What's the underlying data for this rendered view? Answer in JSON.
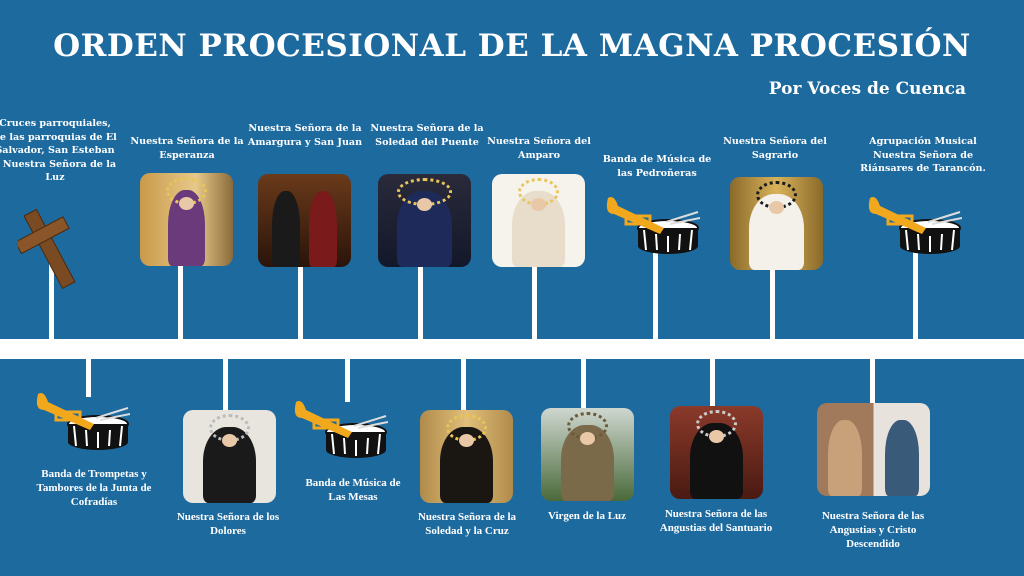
{
  "title": "ORDEN PROCESIONAL DE  LA MAGNA PROCESIÓN",
  "subtitle": "Por Voces de Cuenca",
  "colors": {
    "background": "#1d6a9f",
    "timeline": "#ffffff",
    "trumpet": "#f2a81d",
    "drum": "#111111"
  },
  "top_items": [
    {
      "label": "Cruces parroquiales, de las parroquias de El Salvador, San Esteban y Nuestra Señora de la Luz",
      "icon": "cross-icon"
    },
    {
      "label": "Nuestra Señora de la Esperanza",
      "icon": "image"
    },
    {
      "label": "Nuestra Señora de la Amargura y San Juan",
      "icon": "image"
    },
    {
      "label": "Nuestra Señora de la Soledad del Puente",
      "icon": "image"
    },
    {
      "label": "Nuestra Señora del Amparo",
      "icon": "image"
    },
    {
      "label": "Banda de Música de las Pedroñeras",
      "icon": "trumpet-drum-icon"
    },
    {
      "label": "Nuestra Señora del Sagrario",
      "icon": "image"
    },
    {
      "label": "Agrupación Musical Nuestra Señora de Riánsares de Tarancón.",
      "icon": "trumpet-drum-icon"
    }
  ],
  "bottom_items": [
    {
      "label": "Banda de Trompetas y Tambores de la Junta de Cofradías",
      "icon": "trumpet-drum-icon"
    },
    {
      "label": "Nuestra Señora de los Dolores",
      "icon": "image"
    },
    {
      "label": "Banda de Música de Las Mesas",
      "icon": "trumpet-drum-icon"
    },
    {
      "label": "Nuestra Señora de la Soledad y la Cruz",
      "icon": "image"
    },
    {
      "label": "Virgen de la Luz",
      "icon": "image"
    },
    {
      "label": "Nuestra Señora de las Angustias del Santuario",
      "icon": "image"
    },
    {
      "label": "Nuestra Señora de las Angustias y Cristo Descendido",
      "icon": "image"
    }
  ]
}
